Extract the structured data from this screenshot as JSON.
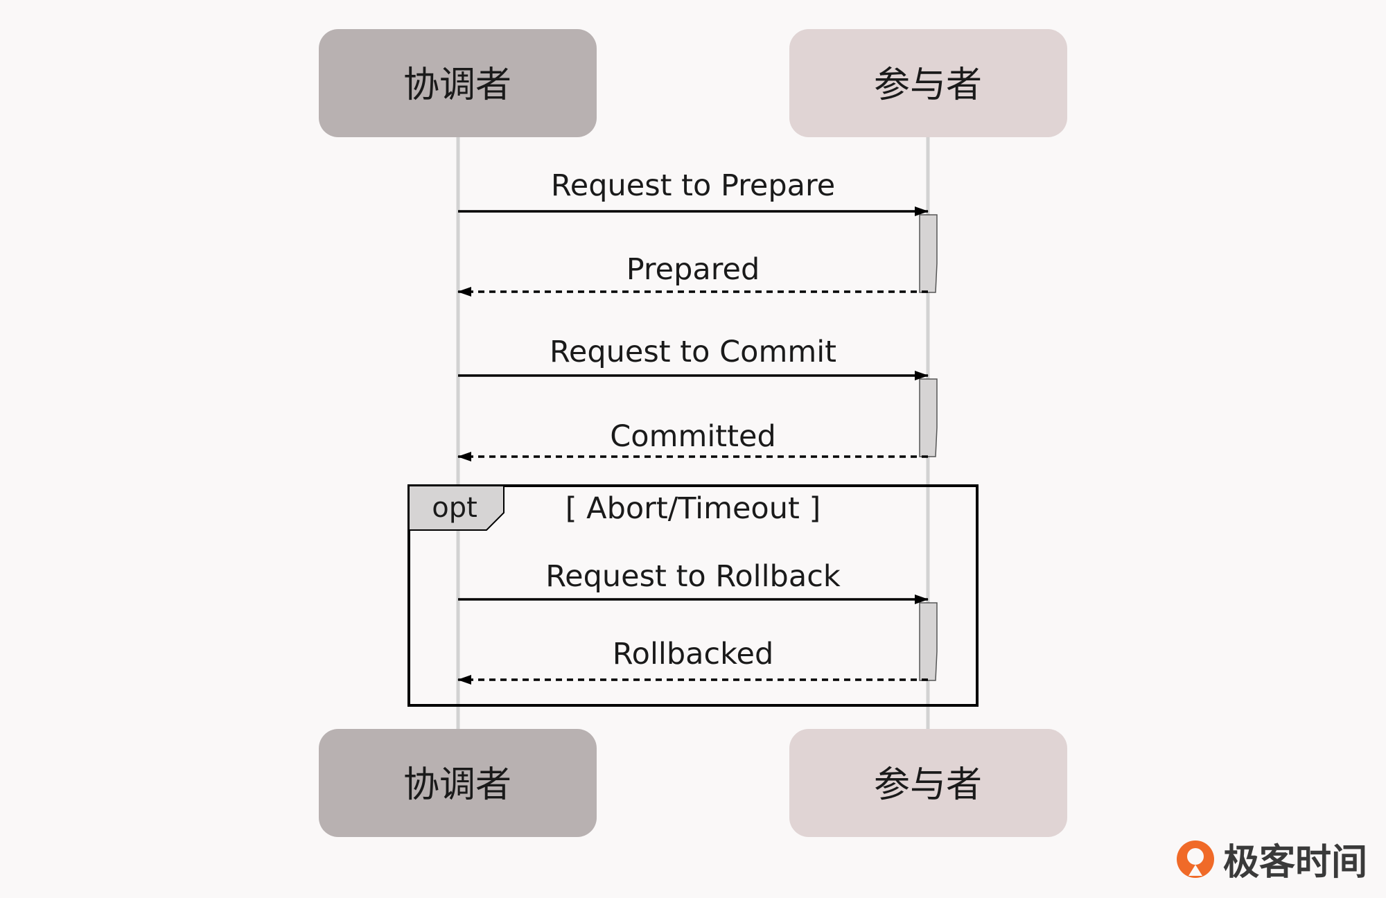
{
  "actors": {
    "coordinator": {
      "label": "协调者",
      "color": "#b8b1b1"
    },
    "participant": {
      "label": "参与者",
      "color": "#e0d4d4"
    }
  },
  "messages": [
    {
      "label": "Request to Prepare",
      "from": "coordinator",
      "to": "participant",
      "style": "solid"
    },
    {
      "label": "Prepared",
      "from": "participant",
      "to": "coordinator",
      "style": "dashed"
    },
    {
      "label": "Request to Commit",
      "from": "coordinator",
      "to": "participant",
      "style": "solid"
    },
    {
      "label": "Committed",
      "from": "participant",
      "to": "coordinator",
      "style": "dashed"
    },
    {
      "label": "Request to Rollback",
      "from": "coordinator",
      "to": "participant",
      "style": "solid"
    },
    {
      "label": "Rollbacked",
      "from": "participant",
      "to": "coordinator",
      "style": "dashed"
    }
  ],
  "opt_frame": {
    "tag": "opt",
    "condition": "[ Abort/Timeout ]"
  },
  "brand": {
    "name": "极客时间",
    "icon": "geektime-logo-icon",
    "color": "#f06a28"
  }
}
